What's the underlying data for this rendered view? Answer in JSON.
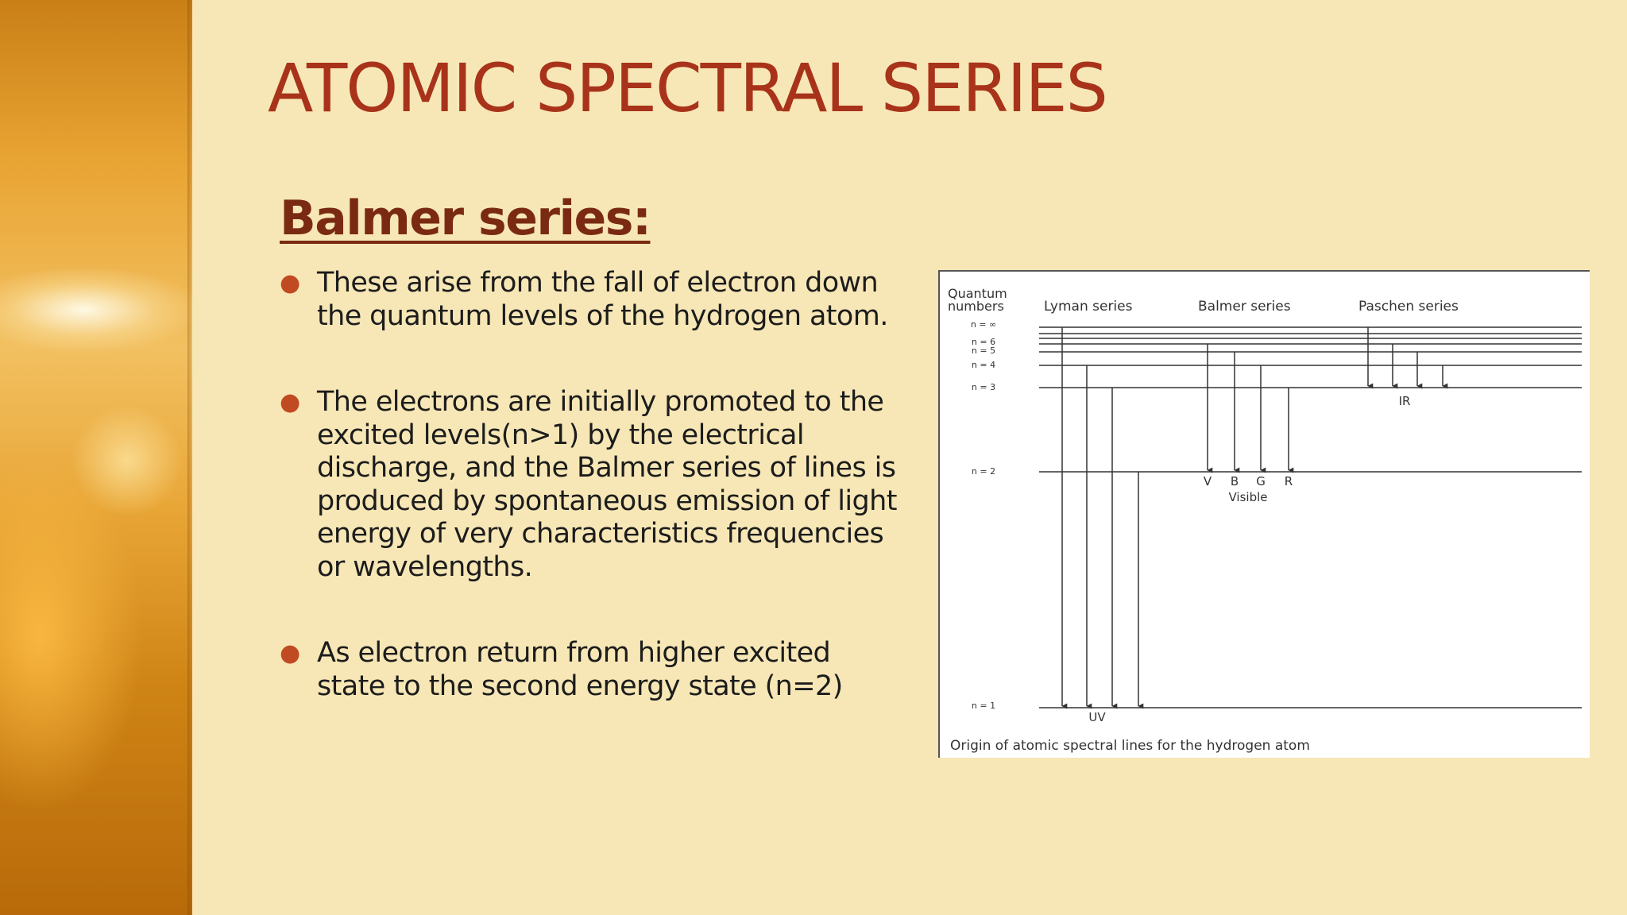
{
  "slide": {
    "title": "ATOMIC SPECTRAL SERIES",
    "subtitle": "Balmer series:",
    "bullets": [
      "These arise from the fall of electron down the quantum levels of the hydrogen atom.",
      "The electrons are initially promoted to the excited levels(n>1) by the electrical discharge, and the Balmer series of lines is produced by spontaneous emission of light energy of very characteristics frequencies or wavelengths.",
      "As electron return from higher excited state to the second energy state (n=2)"
    ]
  },
  "diagram": {
    "axis_label_line1": "Quantum",
    "axis_label_line2": "numbers",
    "series_headers": [
      "Lyman series",
      "Balmer series",
      "Paschen series"
    ],
    "levels": [
      "n = ∞",
      "n = 6",
      "n = 5",
      "n = 4",
      "n = 3",
      "n = 2",
      "n = 1"
    ],
    "balmer_line_labels": [
      "V",
      "B",
      "G",
      "R"
    ],
    "visible_label": "Visible",
    "uv_label": "UV",
    "ir_label": "IR",
    "caption": "Origin of atomic spectral lines for the hydrogen atom"
  },
  "colors": {
    "background": "#f7e7b6",
    "title": "#a8331a",
    "subtitle": "#7a2a12",
    "bullet": "#c04a22",
    "text": "#1c1c1c"
  }
}
